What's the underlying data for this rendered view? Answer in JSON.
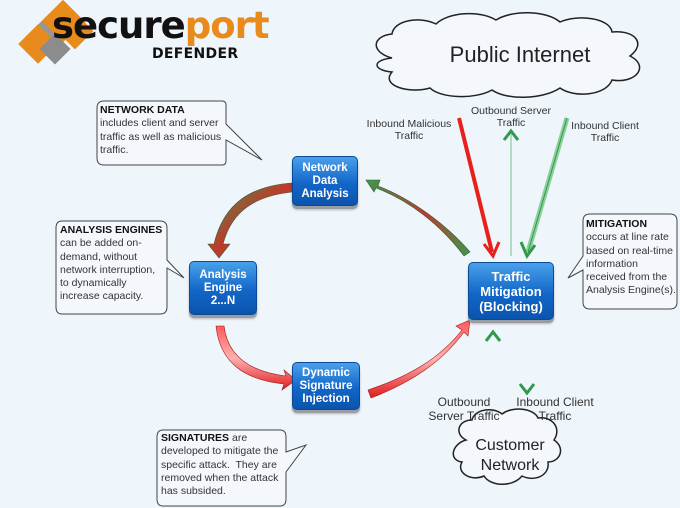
{
  "logo": {
    "name_part1": "secure",
    "name_part2": "port",
    "subtitle": "DEFENDER",
    "colors": {
      "orange": "#e88a1c",
      "gray": "#8c8c8c",
      "dark": "#111111"
    }
  },
  "clouds": {
    "public_internet": "Public Internet",
    "customer_network_line1": "Customer",
    "customer_network_line2": "Network"
  },
  "nodes": {
    "network_data_analysis": "Network\nData\nAnalysis",
    "analysis_engine": "Analysis\nEngine\n2...N",
    "dynamic_signature_injection": "Dynamic\nSignature\nInjection",
    "traffic_mitigation": "Traffic\nMitigation\n(Blocking)"
  },
  "flow_labels": {
    "inbound_malicious": "Inbound Malicious\nTraffic",
    "outbound_server_top": "Outbound Server\nTraffic",
    "inbound_client_top": "Inbound Client\nTraffic",
    "outbound_server_bottom": "Outbound\nServer Traffic",
    "inbound_client_bottom": "Inbound Client\nTraffic"
  },
  "callouts": {
    "network_data": {
      "title": "NETWORK DATA",
      "lines": [
        "includes client and server",
        "traffic as well as malicious",
        "traffic."
      ]
    },
    "analysis_engines": {
      "title": "ANALYSIS ENGINES",
      "lines": [
        "can be added on-",
        "demand, without",
        "network interruption,",
        "to dynamically",
        "increase capacity."
      ]
    },
    "signatures": {
      "title": "SIGNATURES",
      "title_suffix": " are",
      "lines": [
        "developed to mitigate the",
        "specific attack.  They are",
        "removed when the attack",
        "has subsided."
      ]
    },
    "mitigation": {
      "title": "MITIGATION",
      "lines": [
        "occurs at line rate",
        "based on real-time",
        "information",
        "received from the",
        "Analysis Engine(s)."
      ]
    }
  },
  "colors": {
    "background": "#eef5fb",
    "node_blue": "#1266c8",
    "malicious_red": "#e8201c",
    "clean_green": "#3aa85a"
  }
}
